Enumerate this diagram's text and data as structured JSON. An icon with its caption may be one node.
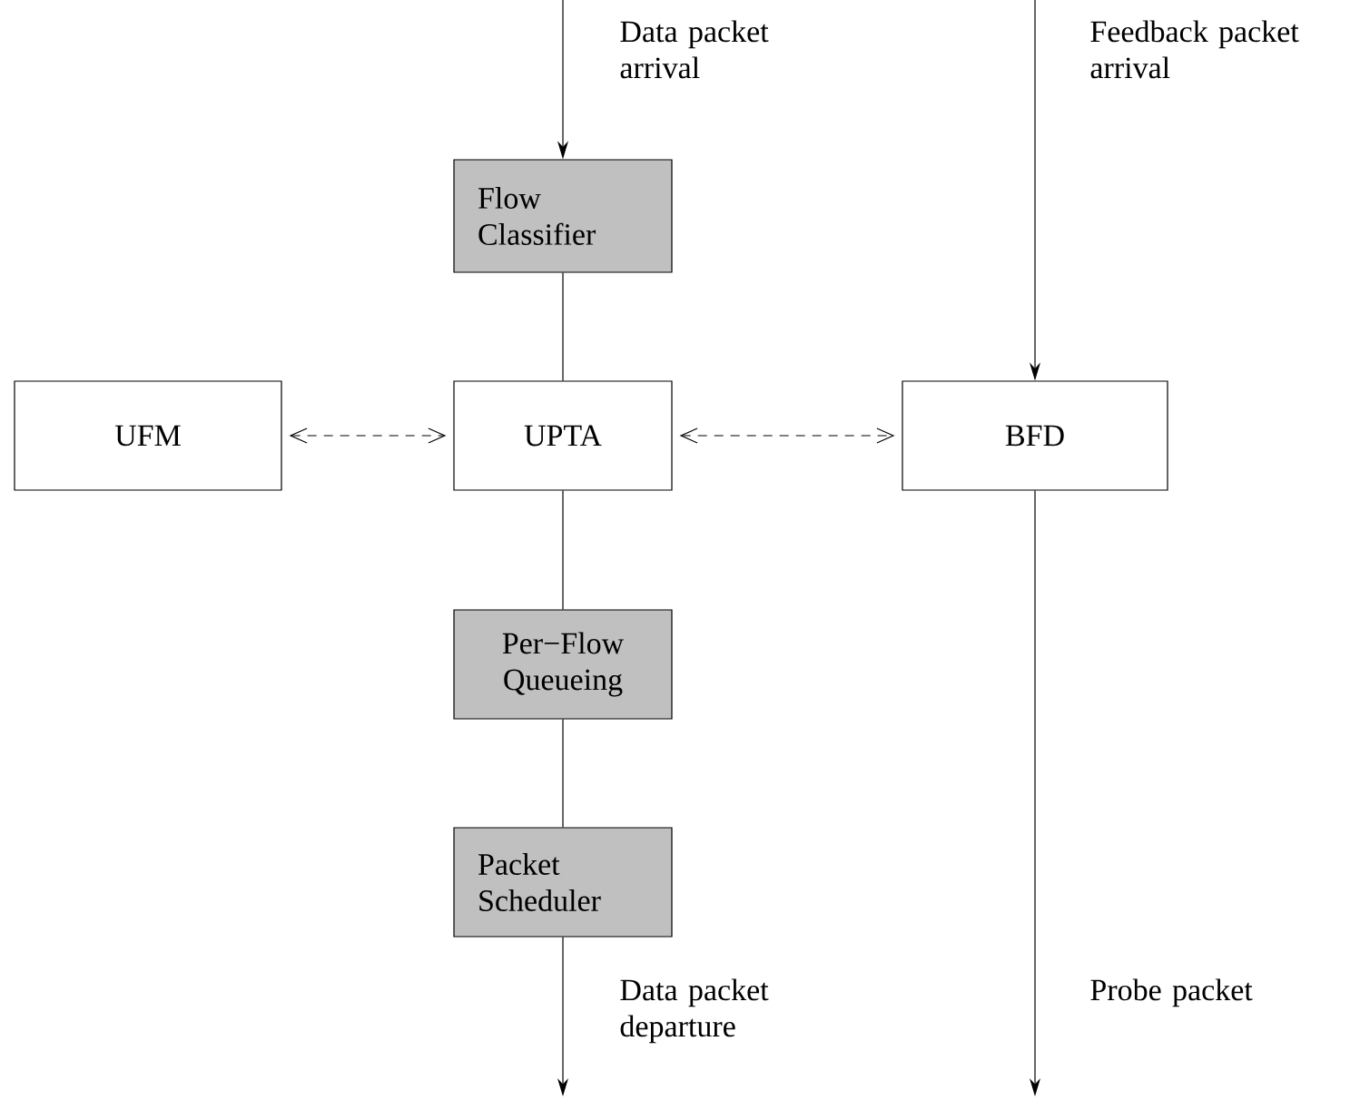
{
  "diagram": {
    "nodes": [
      {
        "text": [
          "Flow Classifier"
        ]
      },
      {
        "text": [
          "UFM"
        ]
      },
      {
        "text": [
          "UPTA"
        ]
      },
      {
        "text": [
          "BFD"
        ]
      },
      {
        "text": [
          "Per−Flow Queueing"
        ]
      },
      {
        "text": [
          "Packet Scheduler"
        ]
      }
    ],
    "edges": [
      {
        "from": null,
        "to": 0,
        "arrow": "to",
        "label": "Data packet arrival"
      },
      {
        "from": null,
        "to": 3,
        "arrow": "to",
        "label": "Feedback packet arrival"
      },
      {
        "from": 0,
        "to": 2,
        "arrow": "none"
      },
      {
        "from": 1,
        "to": 2,
        "arrow": "both",
        "style": "dashed"
      },
      {
        "from": 2,
        "to": 3,
        "arrow": "both",
        "style": "dashed"
      },
      {
        "from": 2,
        "to": 4,
        "arrow": "none"
      },
      {
        "from": 4,
        "to": 5,
        "arrow": "none"
      },
      {
        "from": 5,
        "to": null,
        "arrow": "to",
        "label": "Data packet departure"
      },
      {
        "from": 3,
        "to": null,
        "arrow": "to",
        "label": "Probe packet"
      }
    ]
  }
}
